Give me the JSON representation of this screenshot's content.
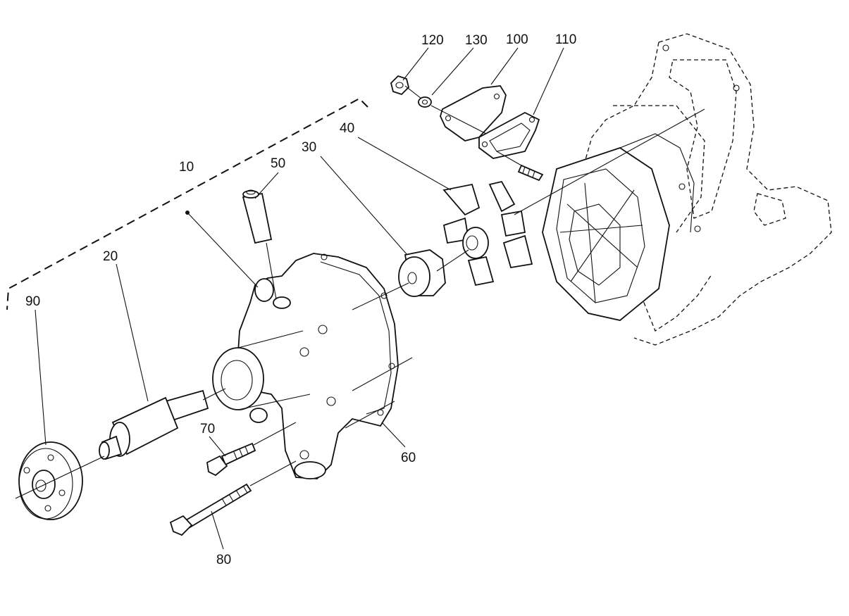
{
  "callouts": {
    "c10": "10",
    "c20": "20",
    "c30": "30",
    "c40": "40",
    "c50": "50",
    "c60": "60",
    "c70": "70",
    "c80": "80",
    "c90": "90",
    "c100": "100",
    "c110": "110",
    "c120": "120",
    "c130": "130"
  }
}
